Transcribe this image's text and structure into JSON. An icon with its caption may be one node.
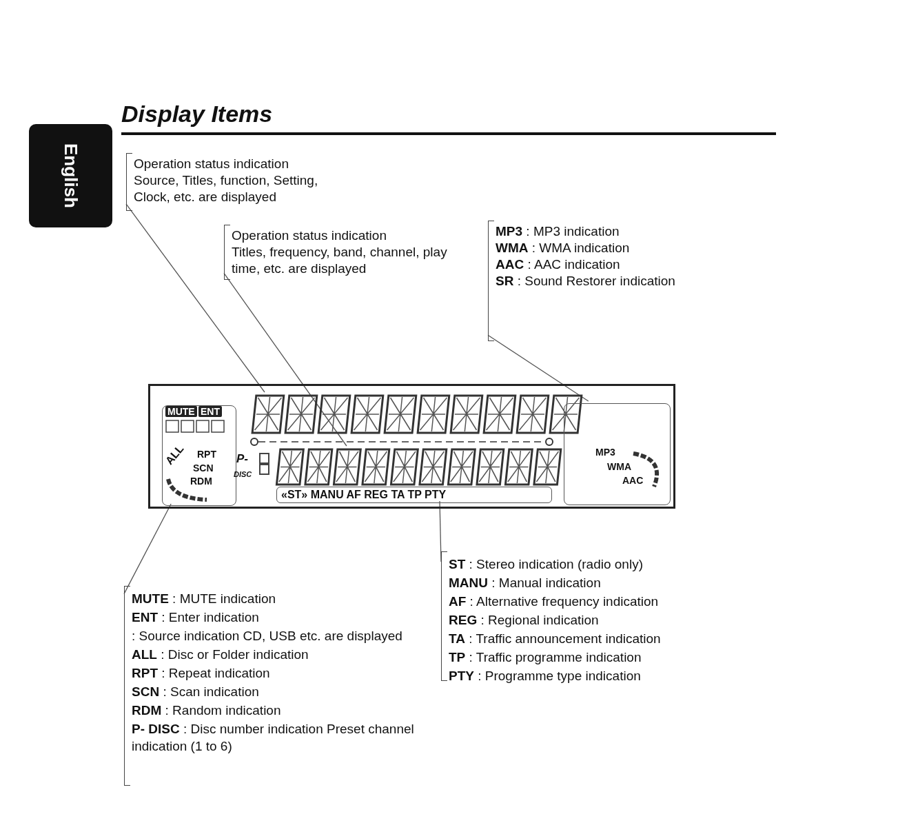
{
  "diagram": {
    "title": "Display Items",
    "nodes": [
      {
        "text": [
          "Operation status indication",
          "Source, Titles, function, Setting, Clock, etc. are displayed"
        ]
      },
      {
        "text": [
          "Operation status indication",
          "Titles, frequency, band, channel, play time, etc. are displayed"
        ]
      },
      {
        "text": [
          "**MP3** : MP3 indication",
          "**WMA** : WMA indication",
          "**AAC** : AAC indication",
          "**SR** : Sound Restorer indication"
        ]
      },
      {
        "text": [],
        "shape": "box"
      },
      {
        "text": [],
        "shape": "box",
        "in": 3
      },
      {
        "text": [],
        "shape": "box",
        "in": 3
      },
      {
        "text": [
          "MUTE",
          "ENT",
          "ALL",
          "RPT",
          "SCN",
          "RDM"
        ],
        "in": 3
      },
      {
        "text": [
          "P-",
          "DISC"
        ],
        "in": 3
      },
      {
        "text": [
          "«ST» MANU AF REG TA TP PTY"
        ],
        "in": 3
      },
      {
        "text": [
          "MP3",
          "WMA",
          "AAC"
        ],
        "in": 3
      },
      {
        "text": [
          "**MUTE** : MUTE indication",
          "**ENT** : Enter indication",
          ": Source indication CD, USB etc. are displayed",
          "**ALL** : Disc or Folder indication",
          "**RPT** : Repeat indication",
          "**SCN** : Scan indication",
          "**RDM** : Random indication",
          "**P- DISC** : Disc number indication Preset channel indication (1 to 6)"
        ]
      },
      {
        "text": [
          "**ST** : Stereo indication (radio only)",
          "**MANU** : Manual indication",
          "**AF** : Alternative frequency indication",
          "**REG** : Regional indication",
          "**TA** : Traffic announcement indication",
          "**TP** : Traffic programme indication",
          "**PTY** : Programme type indication"
        ]
      }
    ],
    "edges": [
      {
        "from": 0,
        "to": 4,
        "arrow": "none"
      },
      {
        "from": 1,
        "to": 5,
        "arrow": "none"
      },
      {
        "from": 2,
        "to": 9,
        "arrow": "none"
      },
      {
        "from": 10,
        "to": 6,
        "arrow": "none"
      },
      {
        "from": 11,
        "to": 8,
        "arrow": "none"
      }
    ],
    "labels": [
      "English"
    ]
  }
}
